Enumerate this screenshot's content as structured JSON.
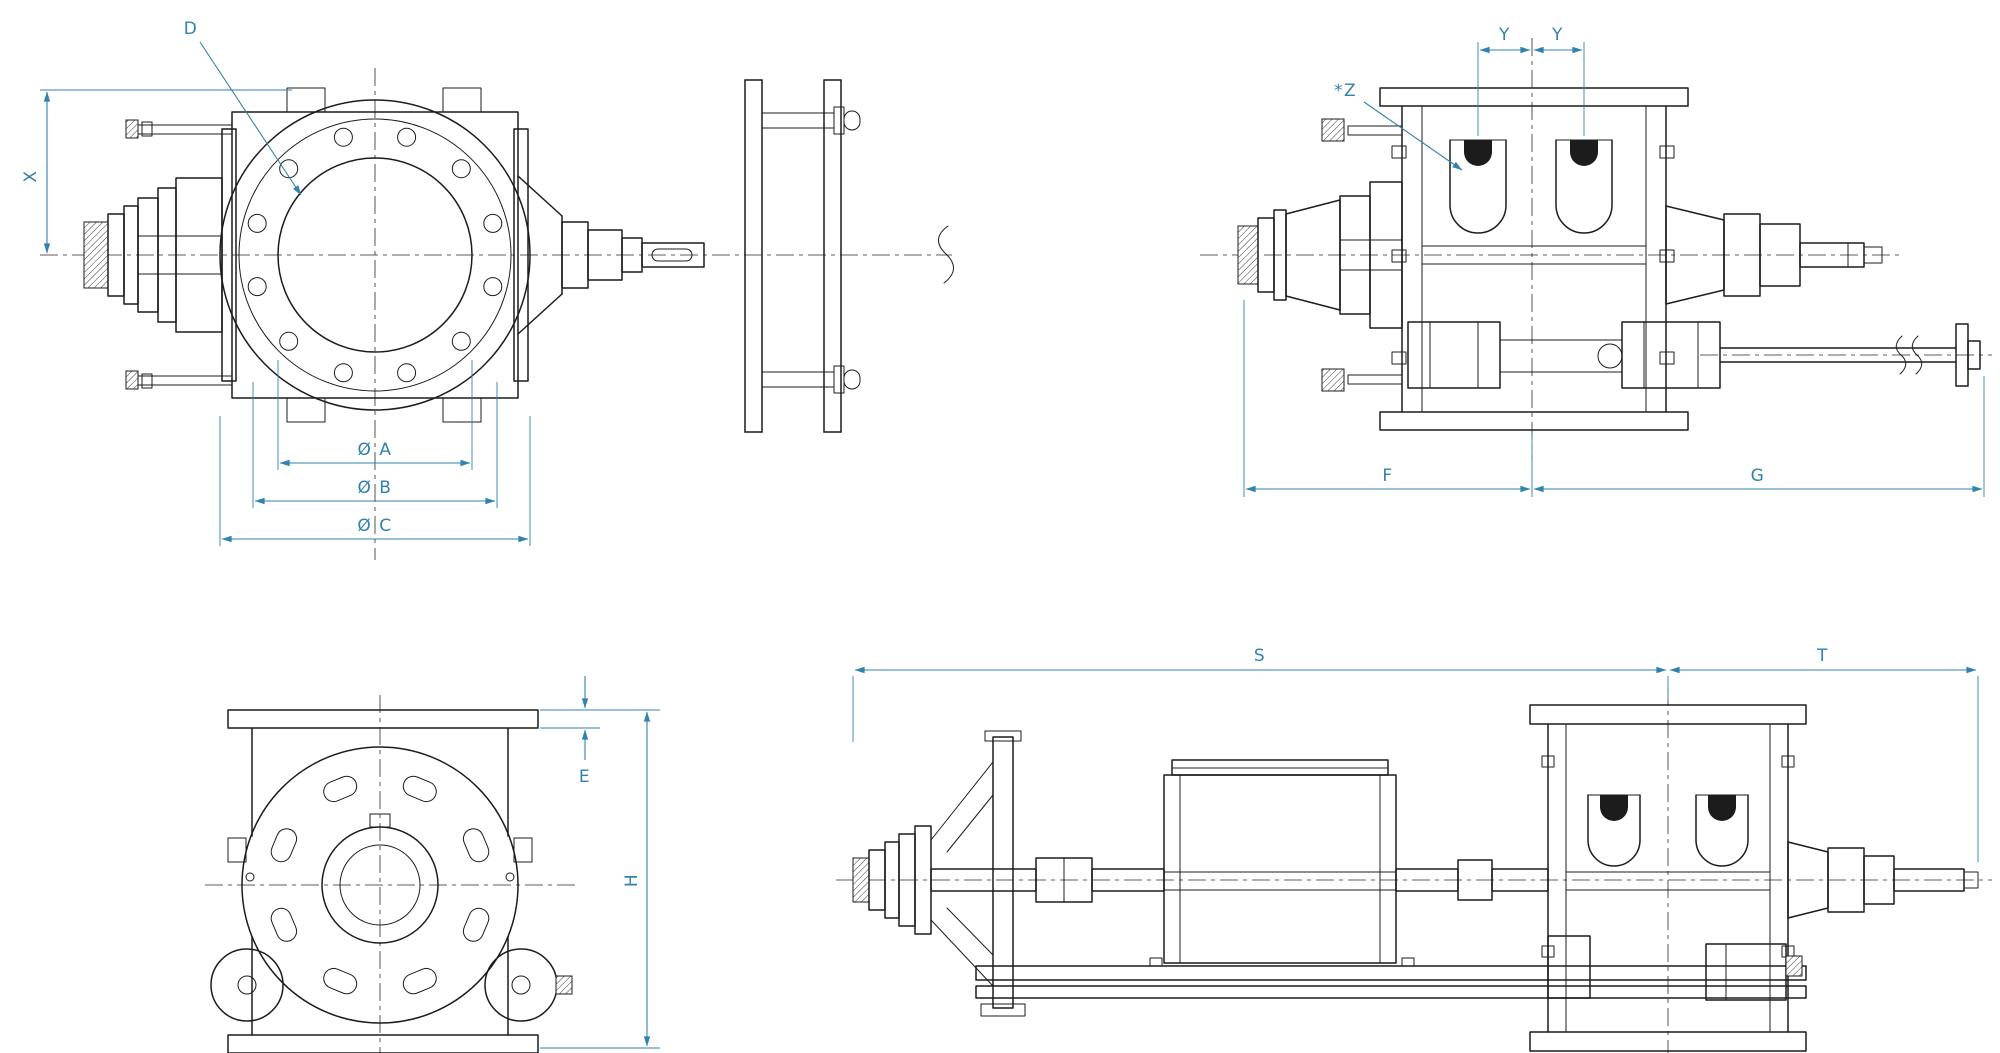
{
  "colors": {
    "line": "#1c1c1c",
    "dimension": "#3182ad",
    "background": "#ffffff"
  },
  "views": {
    "front": {
      "labels": {
        "d": "D",
        "x": "X",
        "diaA": "Ø A",
        "diaB": "Ø B",
        "diaC": "Ø C"
      }
    },
    "side": {
      "labels": {
        "yLeft": "Y",
        "yRight": "Y",
        "z": "*Z",
        "f": "F",
        "g": "G"
      }
    },
    "plan": {
      "labels": {
        "e": "E",
        "h": "H"
      }
    },
    "elevation": {
      "labels": {
        "s": "S",
        "t": "T"
      }
    }
  }
}
